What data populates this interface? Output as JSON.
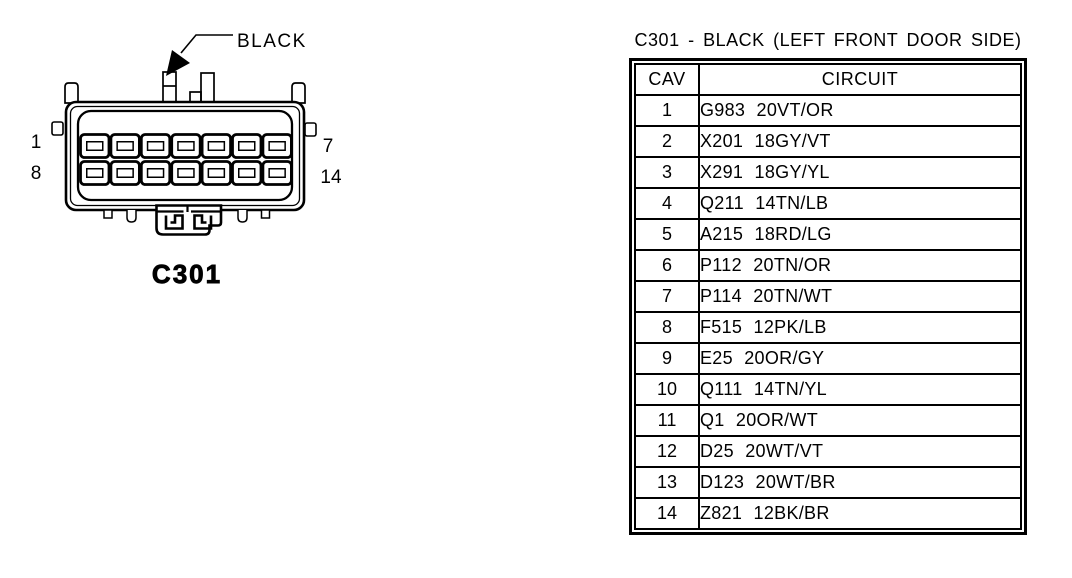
{
  "page": {
    "background": "#ffffff",
    "ink": "#000000"
  },
  "diagram": {
    "wire_color_label": "BLACK",
    "connector_id": "C301",
    "pins": {
      "top_left": "1",
      "top_right": "7",
      "bottom_left": "8",
      "bottom_right": "14"
    }
  },
  "table": {
    "title": "C301 - BLACK (LEFT FRONT DOOR SIDE)",
    "columns": {
      "cav": "CAV",
      "circuit": "CIRCUIT"
    },
    "rows": [
      {
        "cav": "1",
        "circuit": "G983 20VT/OR"
      },
      {
        "cav": "2",
        "circuit": "X201 18GY/VT"
      },
      {
        "cav": "3",
        "circuit": "X291 18GY/YL"
      },
      {
        "cav": "4",
        "circuit": "Q211 14TN/LB"
      },
      {
        "cav": "5",
        "circuit": "A215 18RD/LG"
      },
      {
        "cav": "6",
        "circuit": "P112 20TN/OR"
      },
      {
        "cav": "7",
        "circuit": "P114 20TN/WT"
      },
      {
        "cav": "8",
        "circuit": "F515 12PK/LB"
      },
      {
        "cav": "9",
        "circuit": "E25 20OR/GY"
      },
      {
        "cav": "10",
        "circuit": "Q111 14TN/YL"
      },
      {
        "cav": "11",
        "circuit": "Q1 20OR/WT"
      },
      {
        "cav": "12",
        "circuit": "D25 20WT/VT"
      },
      {
        "cav": "13",
        "circuit": "D123 20WT/BR"
      },
      {
        "cav": "14",
        "circuit": "Z821 12BK/BR"
      }
    ]
  }
}
